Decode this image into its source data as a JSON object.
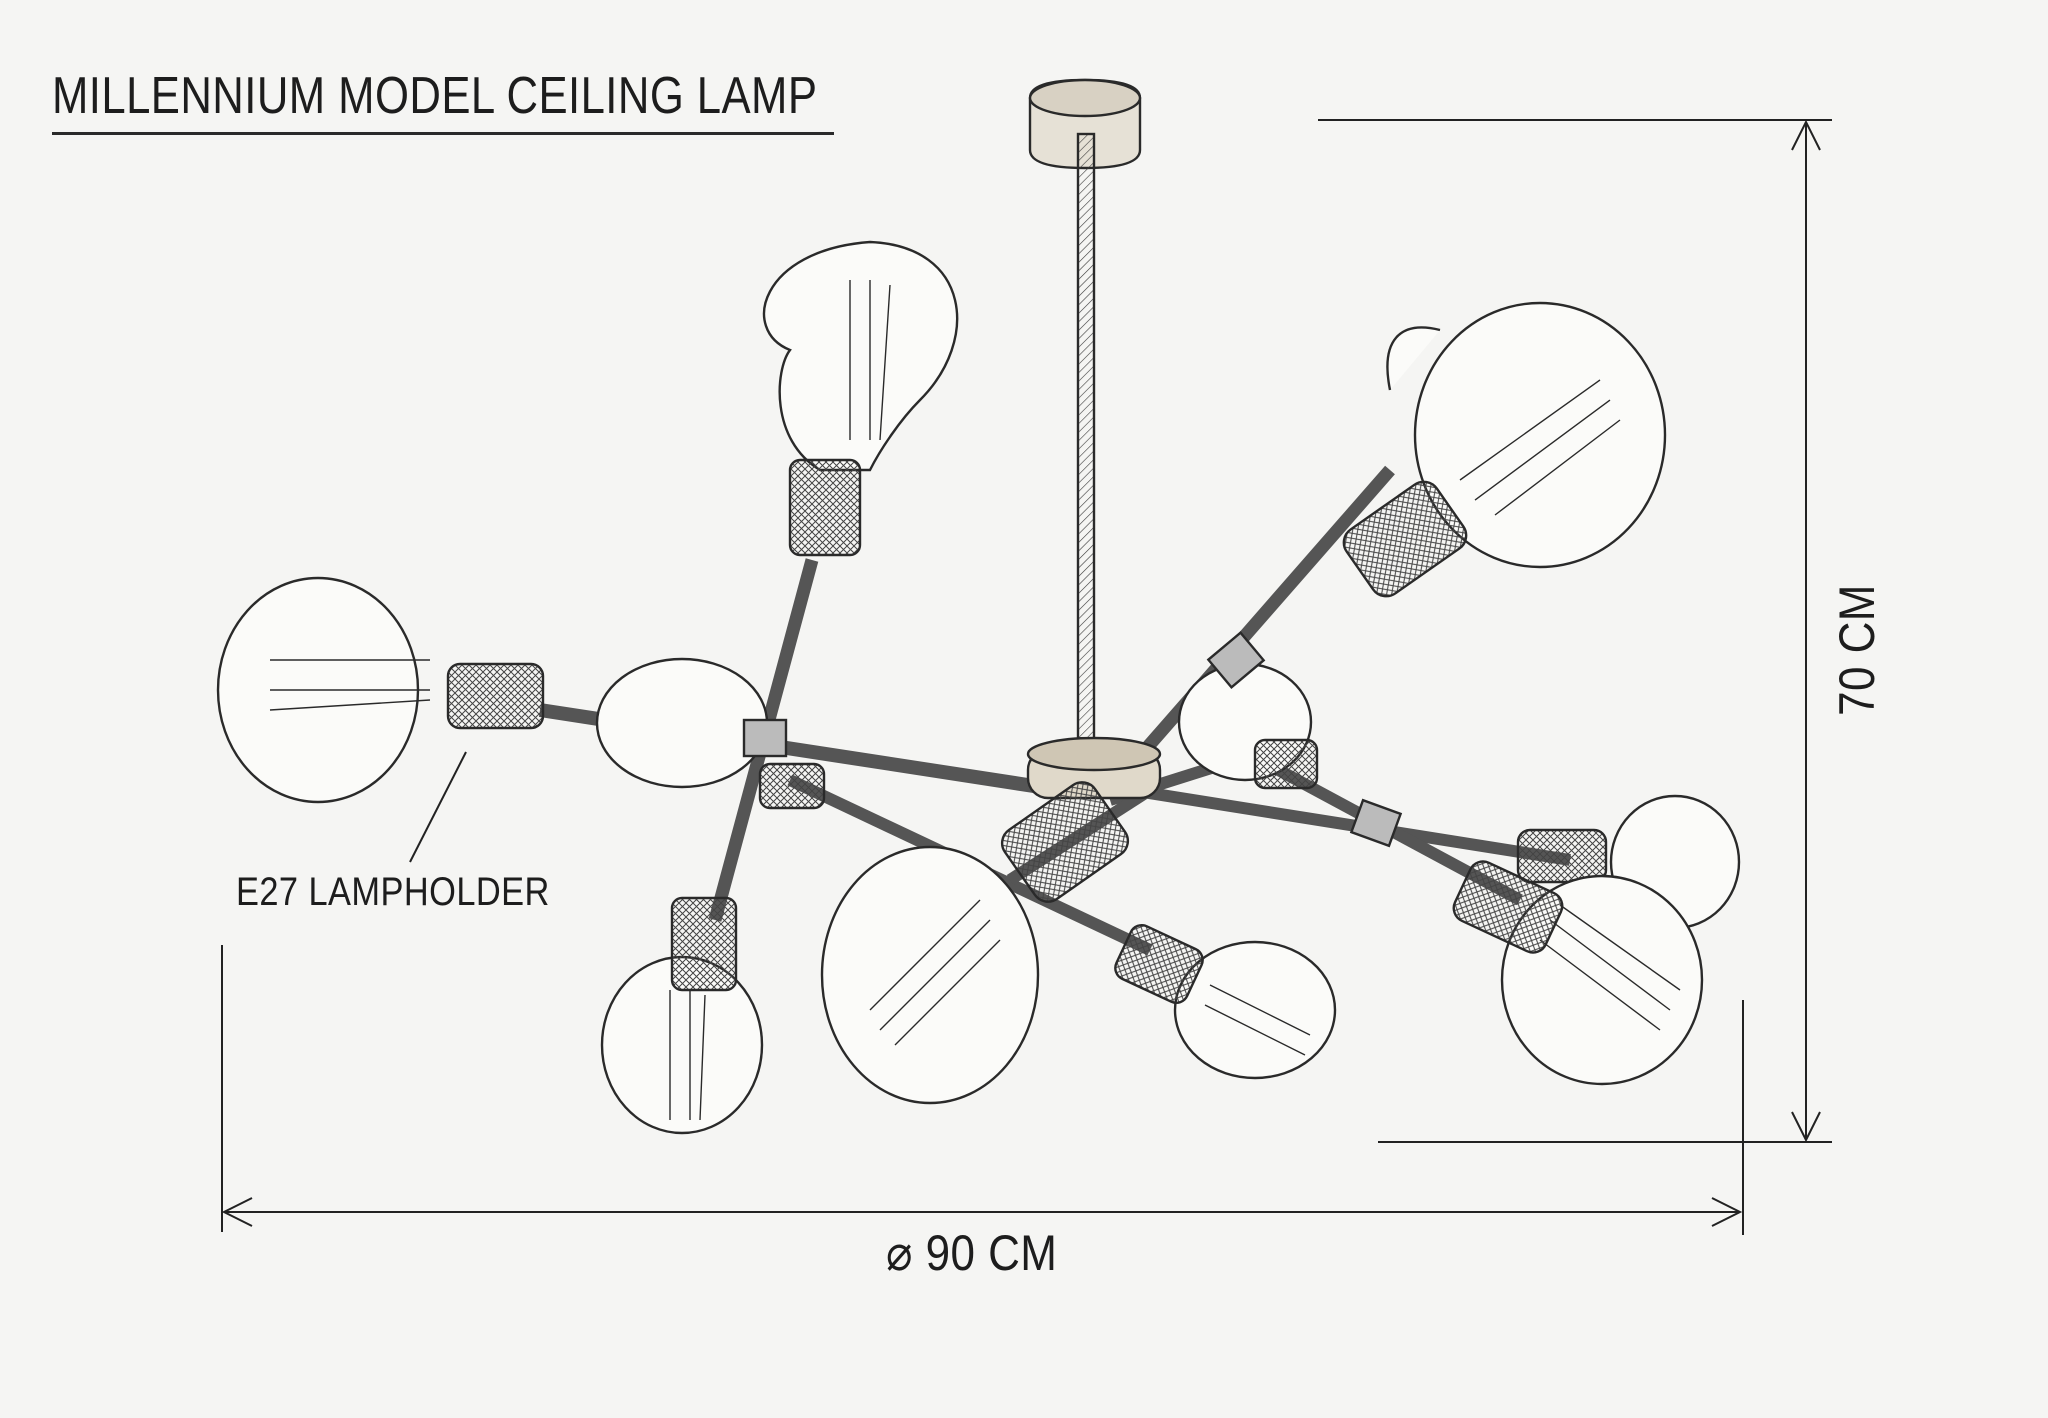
{
  "title": "MILLENNIUM MODEL CEILING LAMP",
  "callout": {
    "lampholder": "E27 LAMPHOLDER"
  },
  "dimensions": {
    "width_label": "⌀ 90 CM",
    "height_label": "70 CM"
  },
  "colors": {
    "ink": "#2a2a2a",
    "paper": "#f5f5f3",
    "brass": "#c9b48f"
  }
}
